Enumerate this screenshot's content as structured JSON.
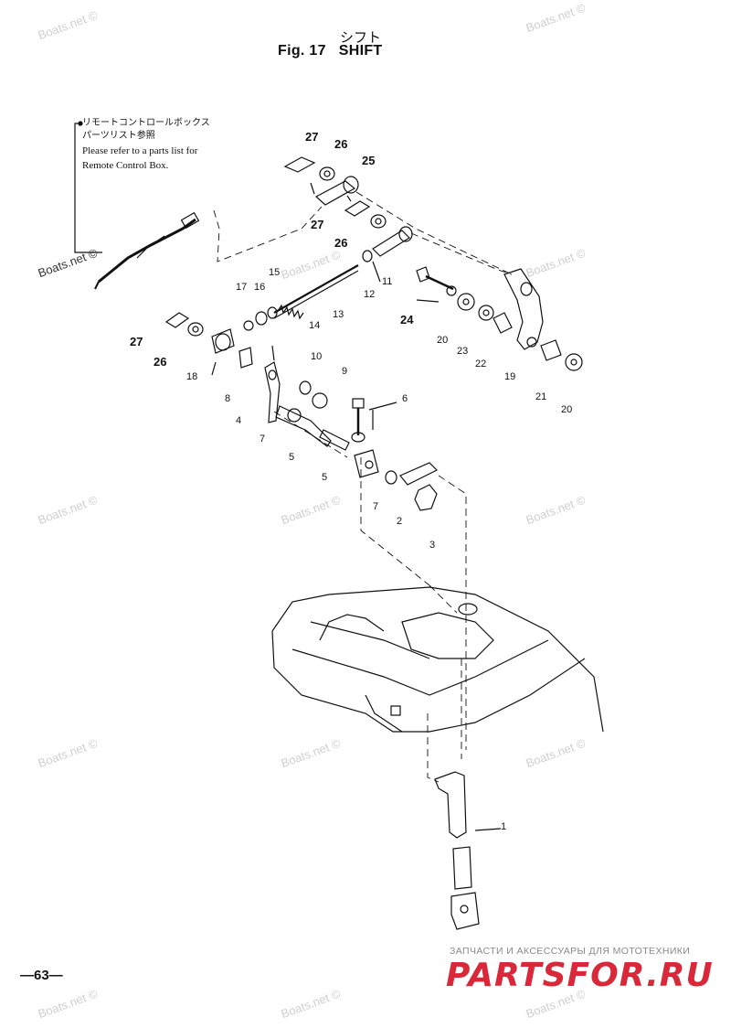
{
  "header": {
    "title_jp": "シフト",
    "fig_label": "Fig. 17",
    "title_en": "SHIFT"
  },
  "note": {
    "jp_line1": "リモートコントロールボックス",
    "jp_line2": "パーツリスト参照",
    "en_line1": "Please refer to a parts list for",
    "en_line2": "Remote Control Box."
  },
  "watermark": "Boats.net ©",
  "part_numbers": {
    "p1": "1",
    "p2": "2",
    "p3": "3",
    "p4": "4",
    "p5a": "5",
    "p5b": "5",
    "p6": "6",
    "p7a": "7",
    "p7b": "7",
    "p8": "8",
    "p9": "9",
    "p10": "10",
    "p11": "11",
    "p12": "12",
    "p13": "13",
    "p14": "14",
    "p15": "15",
    "p16": "16",
    "p17": "17",
    "p18": "18",
    "p19": "19",
    "p20a": "20",
    "p20b": "20",
    "p21": "21",
    "p22": "22",
    "p23": "23",
    "p24": "24",
    "p25": "25",
    "p26a": "26",
    "p26b": "26",
    "p26c": "26",
    "p27a": "27",
    "p27b": "27",
    "p27c": "27"
  },
  "footer": {
    "page_number": "—63—",
    "shop_tagline": "ЗАПЧАСТИ И АКСЕССУАРЫ ДЛЯ МОТОТЕХНИКИ",
    "shop_logo": "PARTSFOR.RU"
  }
}
